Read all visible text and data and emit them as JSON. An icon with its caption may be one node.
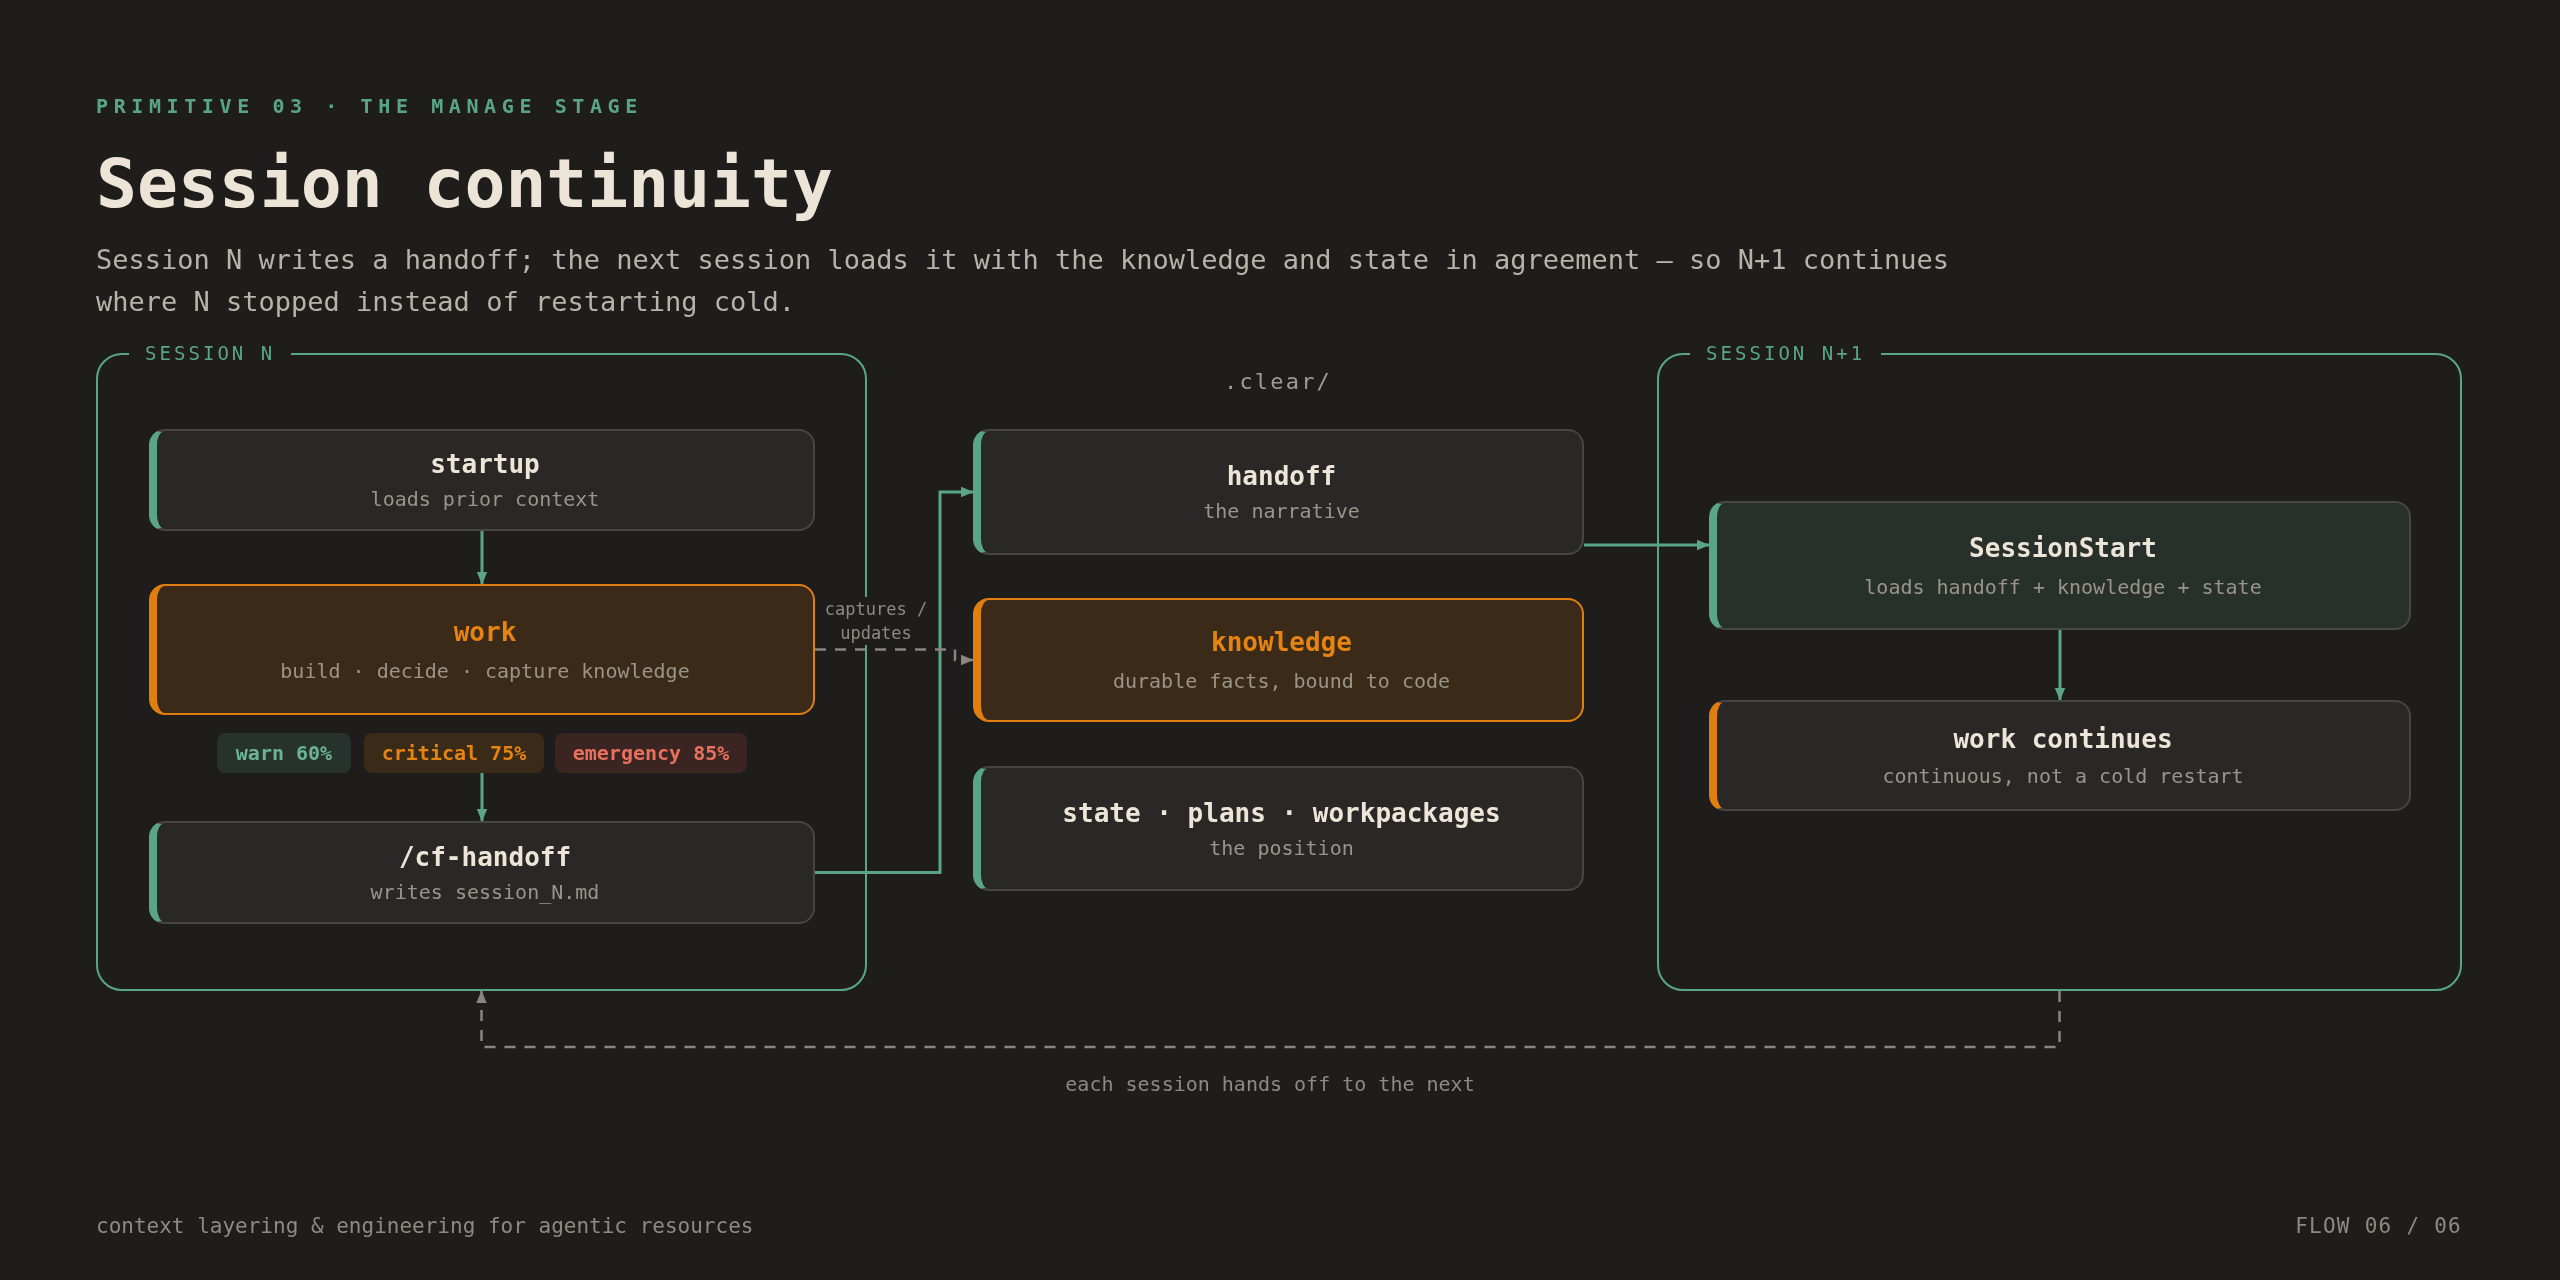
{
  "diagram": {
    "title": "Session continuity",
    "nodes": [
      {
        "text": [
          "SESSION N"
        ]
      },
      {
        "text": [
          "startup",
          "loads prior context"
        ],
        "in": 0
      },
      {
        "text": [
          "work",
          "build · decide · capture knowledge"
        ],
        "in": 0
      },
      {
        "text": [
          "warn 60%"
        ],
        "in": 0
      },
      {
        "text": [
          "critical 75%"
        ],
        "in": 0
      },
      {
        "text": [
          "emergency 85%"
        ],
        "in": 0
      },
      {
        "text": [
          "/cf-handoff",
          "writes session_N.md"
        ],
        "in": 0
      },
      {
        "text": [
          "handoff",
          "the narrative"
        ]
      },
      {
        "text": [
          "knowledge",
          "durable facts, bound to code"
        ]
      },
      {
        "text": [
          "state · plans · workpackages",
          "the position"
        ]
      },
      {
        "text": [
          "SESSION N+1"
        ]
      },
      {
        "text": [
          "SessionStart",
          "loads handoff + knowledge + state"
        ],
        "in": 10
      },
      {
        "text": [
          "work continues",
          "continuous, not a cold restart"
        ],
        "in": 10
      }
    ],
    "edges": [
      {
        "from": 1,
        "to": 2,
        "arrow": "to"
      },
      {
        "from": 4,
        "to": 6,
        "arrow": "to"
      },
      {
        "from": 6,
        "to": 7,
        "arrow": "to"
      },
      {
        "from": 2,
        "to": 8,
        "arrow": "to",
        "label": "captures / updates",
        "style": "dashed",
        "color": "#8a857e"
      },
      {
        "from": 7,
        "to": 11,
        "arrow": "to"
      },
      {
        "from": 11,
        "to": 12,
        "arrow": "to"
      },
      {
        "from": 10,
        "to": 0,
        "arrow": "to",
        "label": "each session hands off to the next",
        "style": "dashed",
        "color": "#8a857e"
      }
    ],
    "labels": [
      "PRIMITIVE 03 · THE MANAGE STAGE",
      "Session N writes a handoff; the next session loads it with the knowledge and state in agreement — so N+1 continues where N stopped instead of restarting cold.",
      ".clear/",
      "context layering & engineering for agentic resources",
      "FLOW 06 / 06"
    ]
  }
}
